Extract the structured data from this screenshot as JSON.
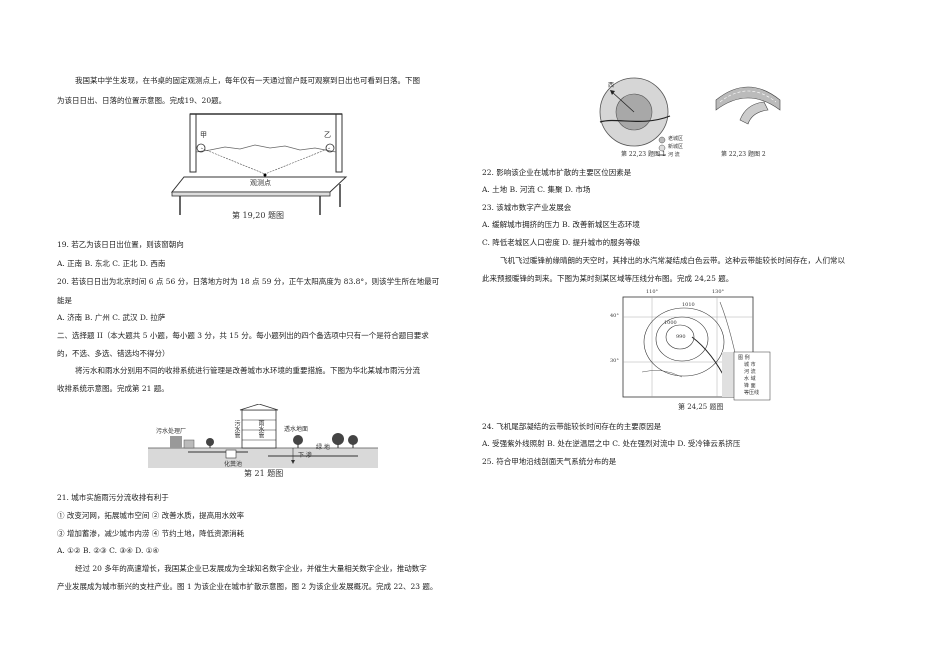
{
  "left": {
    "intro1_l1": "我国某中学生发现，在书桌的固定观测点上，每年仅有一天通过窗户既可观察到日出也可看到日落。下图",
    "intro1_l2": "为该日日出、日落的位置示意图。完成19、20题。",
    "fig1_caption": "第 19,20 题图",
    "fig1_label_jia": "甲",
    "fig1_label_yi": "乙",
    "fig1_label_point": "观测点",
    "q19": "19. 若乙为该日日出位置，则该窗朝向",
    "q19_opts": "A. 正南    B. 东北    C. 正北    D. 西南",
    "q20_l1": "20. 若该日日出为北京时间 6 点 56 分，日落地方时为 18 点 59 分，正午太阳高度为 83.8°，则该学生所在地最可",
    "q20_l2": "能是",
    "q20_opts": "A. 济南    B. 广州    C. 武汉    D. 拉萨",
    "sec2": "二、选择题 II（本大题共 5 小题，每小题 3 分，共 15 分。每小题列出的四个备选项中只有一个是符合题目要求",
    "sec2_l2": "的，不选、多选、错选均不得分）",
    "intro2_l1": "将污水和雨水分别用不同的收排系统进行管理是改善城市水环境的重要措施。下图为华北某城市雨污分流",
    "intro2_l2": "收排系统示意图。完成第 21 题。",
    "fig2_caption": "第 21 题图",
    "fig2_label_plant": "污水处理厂",
    "fig2_label_sewage": "污水管",
    "fig2_label_rain": "雨水管",
    "fig2_label_pond": "透水地面",
    "fig2_label_septic": "化粪池",
    "fig2_label_down": "下 渗",
    "fig2_label_green": "绿 地",
    "q21": "21. 城市实施雨污分流收排有利于",
    "q21_o1": "① 改变河网，拓展城市空间    ② 改善水质，提高用水效率",
    "q21_o2": "③ 增加蓄渗，减少城市内涝    ④ 节约土地，降低资源消耗",
    "q21_opts": "A. ①②    B. ②③    C. ③④    D. ①④",
    "intro3_l1": "经过 20 多年的高速增长，我国某企业已发展成为全球知名数字企业，并催生大量相关数字企业，推动数字",
    "intro3_l2": "产业发展成为城市新兴的支柱产业。图 1 为该企业在城市扩散示意图，图 2 为该企业发展概况。完成 22、23 题。"
  },
  "right": {
    "fig3_caption1": "第 22,23 题图 1",
    "fig3_caption2": "第 22,23 题图 2",
    "fig3_label_west": "西",
    "fig3_label_old": "老城区",
    "fig3_label_new": "新城区",
    "fig3_label_river": "河 流",
    "q22": "22. 影响该企业在城市扩散的主要区位因素是",
    "q22_opts": "A. 土地    B. 河流    C. 集聚    D. 市场",
    "q23": "23. 该城市数字产业发展会",
    "q23_o1": "A. 缓解城市拥挤的压力    B. 改善新城区生态环境",
    "q23_o2": "C. 降低老城区人口密度    D. 提升城市的服务等级",
    "intro4_l1": "飞机飞过暖锋前缘晴朗的天空时，其排出的水汽常凝结成白色云带。这种云带能较长时间存在，人们常以",
    "intro4_l2": "此来预报暖锋的到来。下图为某时刻某区域等压线分布图。完成 24,25 题。",
    "fig4_caption": "第 24,25 题图",
    "fig4_lon1": "110°",
    "fig4_lon2": "130°",
    "fig4_lat1": "40°",
    "fig4_lat2": "30°",
    "fig4_iso1": "1010",
    "fig4_iso2": "1000",
    "fig4_iso3": "990",
    "fig4_legend_title": "图 例",
    "fig4_legend": [
      "城 市",
      "河 流",
      "水 域",
      "锋 面",
      "等压线"
    ],
    "q24": "24. 飞机尾部凝结的云带能较长时间存在的主要原因是",
    "q24_opts": "A. 受强紫外线照射    B. 处在逆温层之中    C. 处在强烈对流中    D. 受冷锋云系挤压",
    "q25": "25. 符合甲地沿线剖面天气系统分布的是"
  }
}
